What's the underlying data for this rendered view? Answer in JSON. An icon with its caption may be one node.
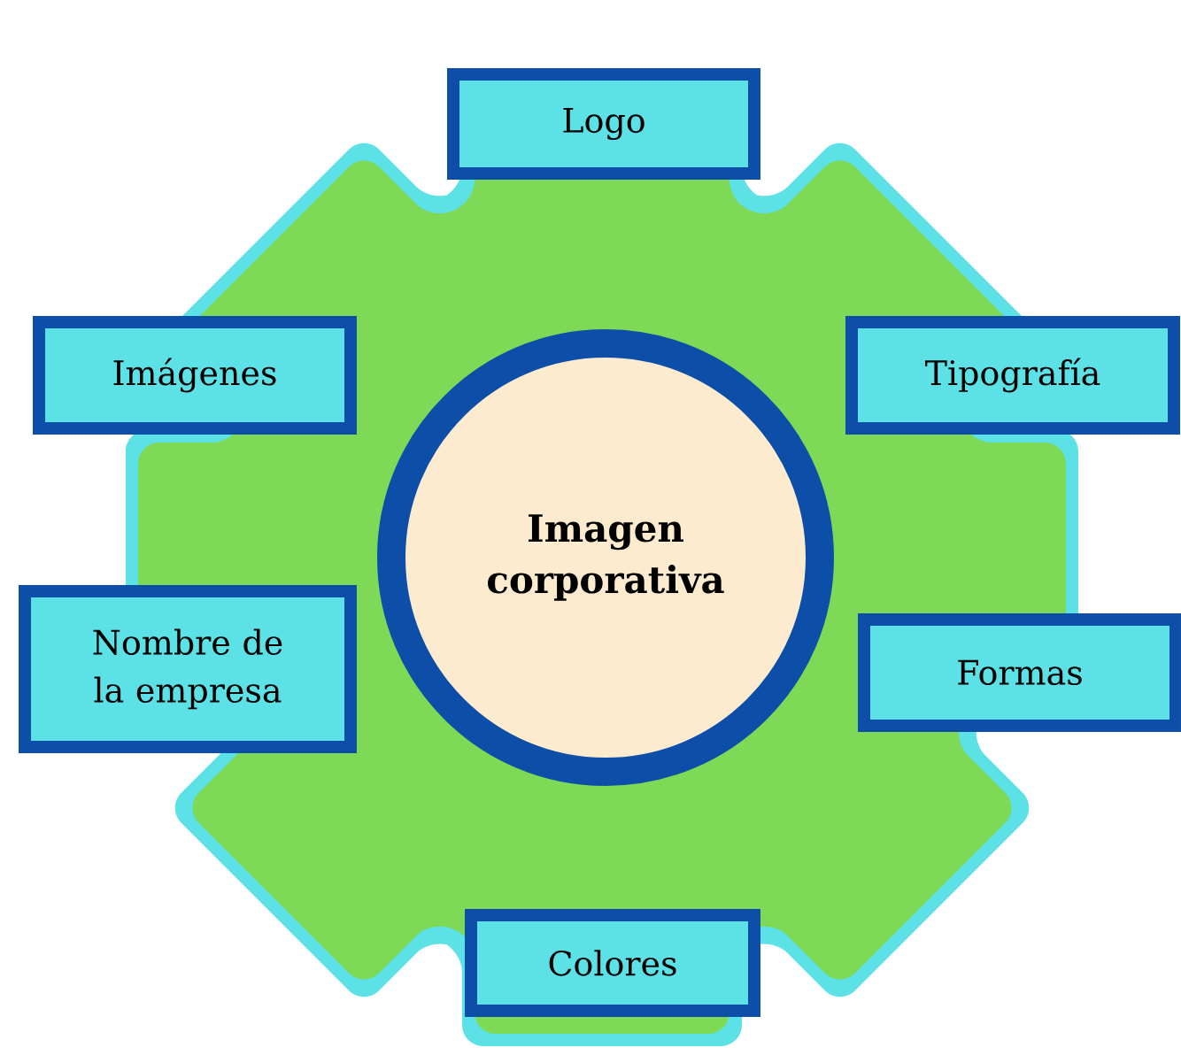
{
  "diagram": {
    "nodes": [
      {
        "text": [
          "Logo"
        ]
      },
      {
        "text": [
          "Imágenes"
        ]
      },
      {
        "text": [
          "Tipografía"
        ]
      },
      {
        "text": [
          "Imagen corporativa"
        ]
      },
      {
        "text": [
          "Nombre de la empresa"
        ]
      },
      {
        "text": [
          "Formas"
        ]
      },
      {
        "text": [
          "Colores"
        ]
      }
    ]
  }
}
